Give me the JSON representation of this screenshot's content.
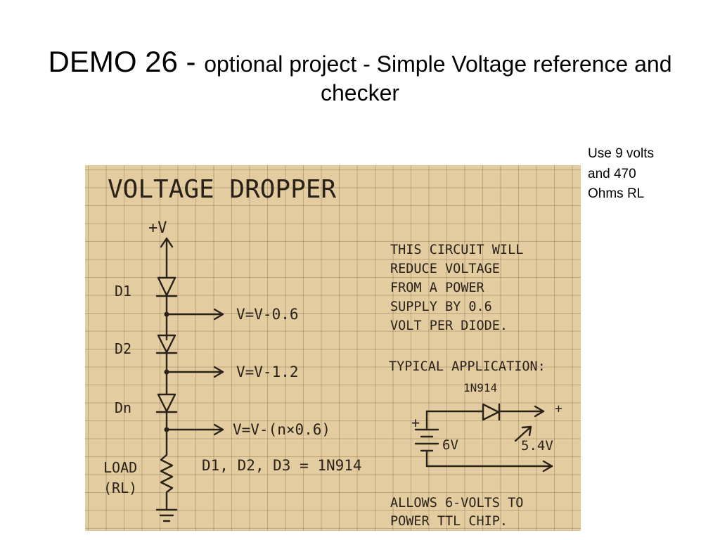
{
  "slide": {
    "title_main": "DEMO 26 - ",
    "title_rest": "optional project - Simple Voltage reference and checker"
  },
  "side_note": {
    "lines": [
      "Use 9 volts",
      "and 470",
      "Ohms RL"
    ]
  },
  "sketch": {
    "heading": "VOLTAGE DROPPER",
    "supply_label": "+V",
    "diode_labels": [
      "D1",
      "D2",
      "Dn"
    ],
    "tap_labels": [
      "V=V-0.6",
      "V=V-1.2",
      "V=V-(n×0.6)"
    ],
    "load_label_1": "LOAD",
    "load_label_2": "(RL)",
    "part_note": "D1, D2, D3 = 1N914",
    "description": [
      "THIS CIRCUIT WILL",
      "REDUCE VOLTAGE",
      "FROM A POWER",
      "SUPPLY BY 0.6",
      "VOLT PER DIODE."
    ],
    "application_heading": "TYPICAL APPLICATION:",
    "app_diode_label": "1N914",
    "app_plus_left": "+",
    "app_plus_right": "+",
    "app_input_voltage": "6V",
    "app_output_voltage": "5.4V",
    "footer_lines": [
      "ALLOWS 6-VOLTS TO",
      "POWER TTL CHIP."
    ]
  }
}
